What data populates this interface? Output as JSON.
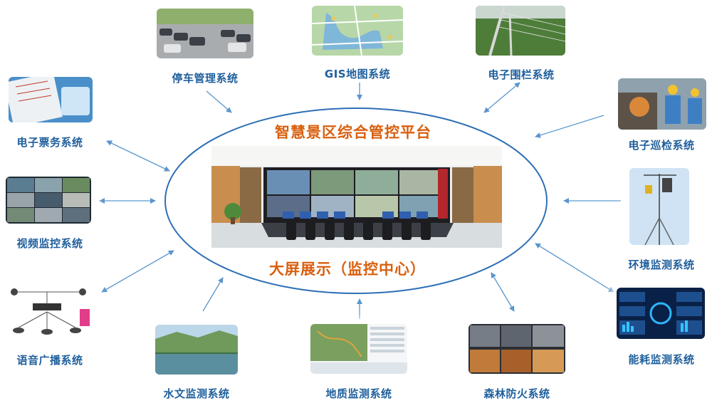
{
  "hub": {
    "title": "智慧景区综合管控平台",
    "subtitle": "大屏展示（监控中心）"
  },
  "systems": {
    "parking": "停车管理系统",
    "gis": "GIS地图系统",
    "fence": "电子围栏系统",
    "ticket": "电子票务系统",
    "patrol": "电子巡检系统",
    "video": "视频监控系统",
    "environment": "环境监测系统",
    "broadcast": "语音广播系统",
    "energy": "能耗监测系统",
    "hydrology": "水文监测系统",
    "geology": "地质监测系统",
    "forest_fire": "森林防火系统"
  },
  "colors": {
    "label": "#1f5f9c",
    "hub_title": "#d95f0e",
    "ellipse": "#2e6fb5",
    "arrow": "#5a96cc"
  }
}
